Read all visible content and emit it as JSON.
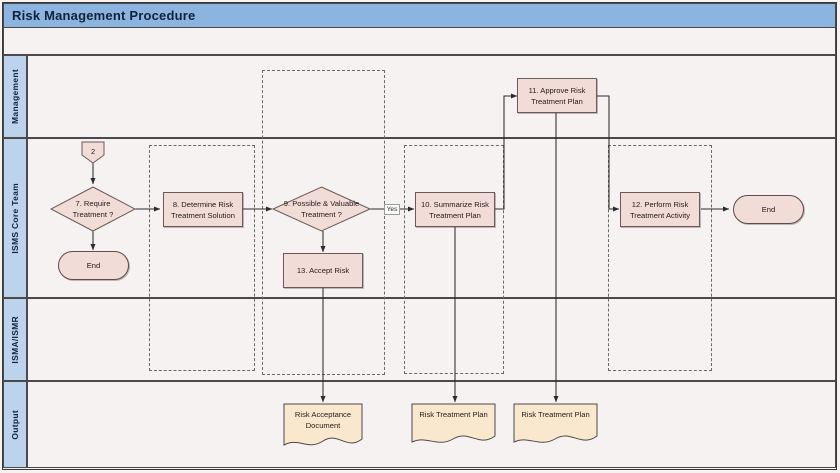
{
  "diagram": {
    "title": "Risk Management Procedure",
    "type": "swimlane-flowchart",
    "colors": {
      "title_bar": "#8CB4E0",
      "lane_label": "#BCD3EC",
      "process_fill": "#F2DCD8",
      "document_fill": "#FAE8CE",
      "canvas": "#F6F2F2",
      "border": "#4A4A4A",
      "dashed_group": "#6A6A6A"
    }
  },
  "lanes": [
    {
      "id": "management",
      "label": "Management"
    },
    {
      "id": "isms-core-team",
      "label": "ISMS Core Team"
    },
    {
      "id": "isma-ismr",
      "label": "ISMA/ISMR"
    },
    {
      "id": "output",
      "label": "Output"
    }
  ],
  "nodes": [
    {
      "id": "conn-2",
      "label": "2",
      "shape": "off-page-connector",
      "lane": "isms-core-team"
    },
    {
      "id": "step-7",
      "label": "7. Require\nTreatment ?",
      "shape": "decision",
      "lane": "isms-core-team"
    },
    {
      "id": "end-1",
      "label": "End",
      "shape": "terminator",
      "lane": "isms-core-team"
    },
    {
      "id": "step-8",
      "label": "8. Determine Risk\nTreatment Solution",
      "shape": "process",
      "lane": "isms-core-team"
    },
    {
      "id": "step-9",
      "label": "9. Possible & Valuable\nTreatment ?",
      "shape": "decision",
      "lane": "isms-core-team"
    },
    {
      "id": "step-13",
      "label": "13. Accept Risk",
      "shape": "process",
      "lane": "isms-core-team"
    },
    {
      "id": "step-10",
      "label": "10. Summarize Risk\nTreatment Plan",
      "shape": "process",
      "lane": "isms-core-team"
    },
    {
      "id": "step-11",
      "label": "11. Approve Risk\nTreatment Plan",
      "shape": "process",
      "lane": "management"
    },
    {
      "id": "step-12",
      "label": "12. Perform Risk\nTreatment Activity",
      "shape": "process",
      "lane": "isms-core-team"
    },
    {
      "id": "end-2",
      "label": "End",
      "shape": "terminator",
      "lane": "isms-core-team"
    },
    {
      "id": "doc-1",
      "label": "Risk Acceptance\nDocument",
      "shape": "document",
      "lane": "output"
    },
    {
      "id": "doc-2",
      "label": "Risk Treatment Plan",
      "shape": "document",
      "lane": "output"
    },
    {
      "id": "doc-3",
      "label": "Risk Treatment Plan",
      "shape": "document",
      "lane": "output"
    }
  ],
  "edges": [
    {
      "from": "conn-2",
      "to": "step-7",
      "label": ""
    },
    {
      "from": "step-7",
      "to": "end-1",
      "label": ""
    },
    {
      "from": "step-7",
      "to": "step-8",
      "label": ""
    },
    {
      "from": "step-8",
      "to": "step-9",
      "label": ""
    },
    {
      "from": "step-9",
      "to": "step-13",
      "label": ""
    },
    {
      "from": "step-9",
      "to": "step-10",
      "label": "Yes"
    },
    {
      "from": "step-10",
      "to": "step-11",
      "label": ""
    },
    {
      "from": "step-11",
      "to": "step-12",
      "label": ""
    },
    {
      "from": "step-12",
      "to": "end-2",
      "label": ""
    },
    {
      "from": "step-13",
      "to": "doc-1",
      "label": ""
    },
    {
      "from": "step-10",
      "to": "doc-2",
      "label": ""
    },
    {
      "from": "step-11",
      "to": "doc-3",
      "label": ""
    }
  ],
  "edge_labels": {
    "yes": "Yes"
  },
  "labels": {
    "node_conn2": "2",
    "node_step7": "7. Require",
    "node_step7b": "Treatment ?",
    "node_end1": "End",
    "node_step8": "8. Determine Risk",
    "node_step8b": "Treatment Solution",
    "node_step9": "9. Possible & Valuable",
    "node_step9b": "Treatment ?",
    "node_step13": "13. Accept Risk",
    "node_step10": "10. Summarize Risk",
    "node_step10b": "Treatment Plan",
    "node_step11": "11. Approve Risk",
    "node_step11b": "Treatment Plan",
    "node_step12": "12. Perform Risk",
    "node_step12b": "Treatment Activity",
    "node_end2": "End",
    "node_doc1": "Risk Acceptance",
    "node_doc1b": "Document",
    "node_doc2": "Risk Treatment Plan",
    "node_doc3": "Risk Treatment Plan"
  }
}
